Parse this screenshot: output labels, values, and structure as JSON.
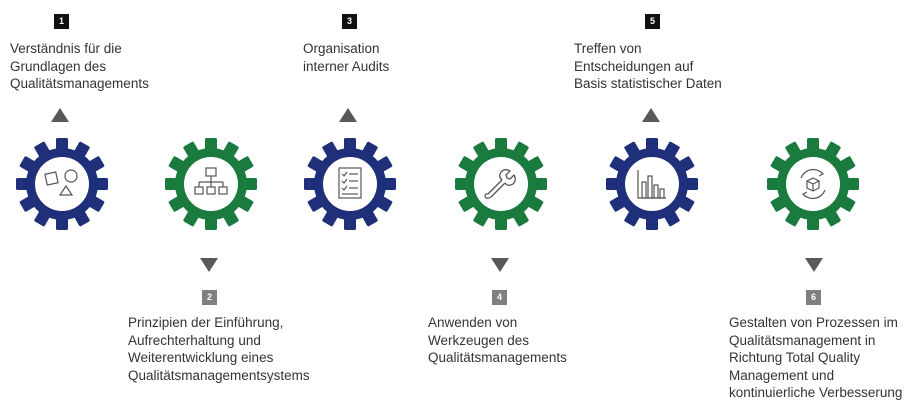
{
  "colors": {
    "gear_blue": "#1f2f7a",
    "gear_green": "#1b7a3e",
    "arrow": "#595959",
    "number_dark": "#111111",
    "number_grey": "#7f7f7f"
  },
  "steps": [
    {
      "number": "1",
      "lines": [
        "Verständnis für die",
        "Grundlagen des",
        "Qualitätsmanagements"
      ],
      "gear_color": "blue",
      "icon": "shapes-icon",
      "label_position": "above"
    },
    {
      "number": "2",
      "lines": [
        "Prinzipien der Einführung,",
        "Aufrechterhaltung und",
        "Weiterentwicklung eines",
        "Qualitätsmanagementsystems"
      ],
      "gear_color": "green",
      "icon": "org-chart-icon",
      "label_position": "below"
    },
    {
      "number": "3",
      "lines": [
        "Organisation",
        "interner Audits"
      ],
      "gear_color": "blue",
      "icon": "checklist-icon",
      "label_position": "above"
    },
    {
      "number": "4",
      "lines": [
        "Anwenden von",
        "Werkzeugen des",
        "Qualitätsmanagements"
      ],
      "gear_color": "green",
      "icon": "wrench-icon",
      "label_position": "below"
    },
    {
      "number": "5",
      "lines": [
        "Treffen von",
        "Entscheidungen auf",
        "Basis statistischer Daten"
      ],
      "gear_color": "blue",
      "icon": "bar-chart-icon",
      "label_position": "above"
    },
    {
      "number": "6",
      "lines": [
        "Gestalten von Prozessen im",
        "Qualitätsmanagement in",
        "Richtung Total Quality",
        "Management und",
        "kontinuierliche Verbesserung"
      ],
      "gear_color": "green",
      "icon": "cycle-box-icon",
      "label_position": "below"
    }
  ]
}
